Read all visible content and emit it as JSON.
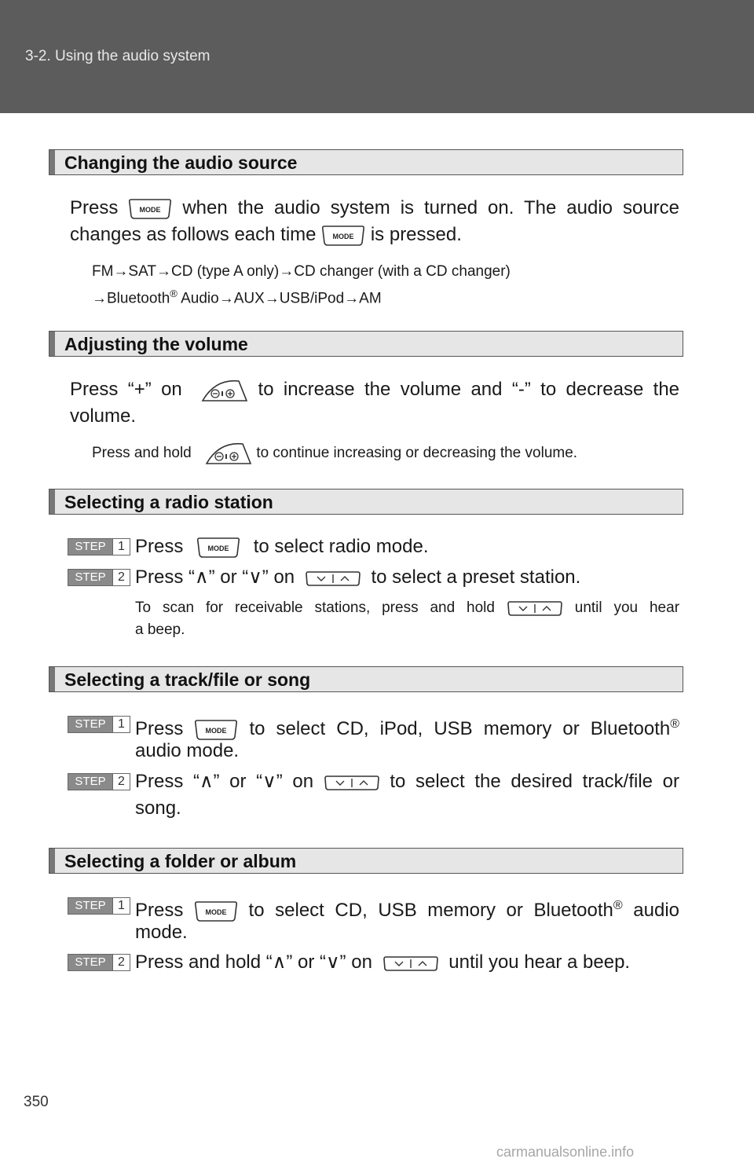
{
  "header": {
    "breadcrumb": "3-2. Using the audio system"
  },
  "sections": {
    "audio_source": {
      "title": "Changing the audio source",
      "line1_a": "Press",
      "line1_b": "when the audio system is turned on. The audio source",
      "line2_a": "changes as follows each time",
      "line2_b": "is pressed.",
      "seq1": "FM→SAT→CD (type A only)→CD changer (with a CD changer)",
      "seq2_a": "→Bluetooth",
      "seq2_b": " Audio→AUX→USB/iPod→AM"
    },
    "volume": {
      "title": "Adjusting the volume",
      "line1_a": "Press “+” on",
      "line1_b": "to increase the volume and “-” to decrease the",
      "line2": "volume.",
      "note_a": "Press and hold",
      "note_b": "to continue increasing or decreasing the volume."
    },
    "radio": {
      "title": "Selecting a radio station",
      "step1_a": "Press",
      "step1_b": "to select radio mode.",
      "step2_a": "Press “∧” or “∨” on",
      "step2_b": "to select a preset station.",
      "note_a": "To scan for receivable stations, press and hold",
      "note_b": "until you hear",
      "note_c": "a beep."
    },
    "track": {
      "title": "Selecting a track/file or song",
      "step1_a": "Press",
      "step1_b": "to select CD, iPod, USB memory or Bluetooth",
      "step1_c": "audio mode.",
      "step2_a": "Press “∧” or “∨” on",
      "step2_b": "to select the desired track/file or",
      "step2_c": "song."
    },
    "folder": {
      "title": "Selecting a folder or album",
      "step1_a": "Press",
      "step1_b": "to select CD, USB memory or Bluetooth",
      "step1_c": " audio",
      "step1_d": "mode.",
      "step2_a": "Press and hold “∧” or “∨” on",
      "step2_b": "until you hear a beep."
    }
  },
  "symbols": {
    "registered": "®",
    "mode_label": "MODE",
    "step_word": "STEP",
    "step1": "1",
    "step2": "2"
  },
  "page_number": "350",
  "footer": "carmanualsonline.info"
}
